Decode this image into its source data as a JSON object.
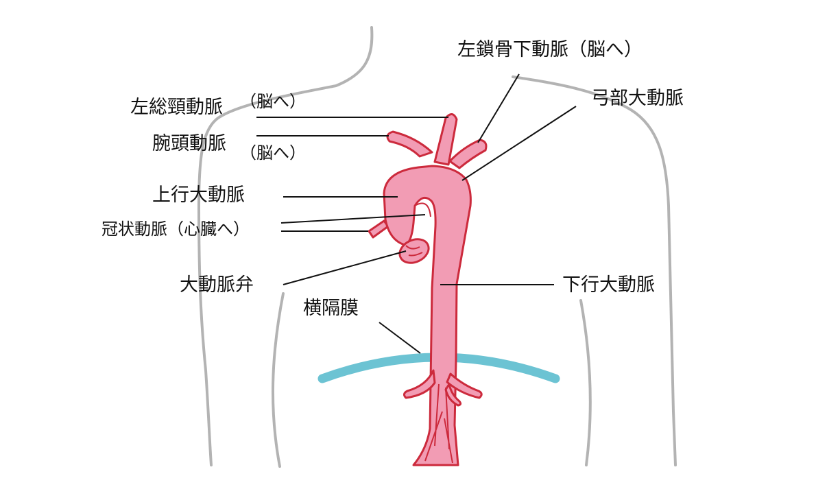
{
  "labels": {
    "left_common_carotid": "左総頸動脈",
    "left_common_carotid_note": "（脳へ）",
    "brachiocephalic": "腕頭動脈",
    "brachiocephalic_note": "（脳へ）",
    "left_subclavian": "左鎖骨下動脈（脳へ）",
    "aortic_arch": "弓部大動脈",
    "ascending_aorta": "上行大動脈",
    "coronary_artery": "冠状動脈（心臓へ）",
    "aortic_valve": "大動脈弁",
    "descending_aorta": "下行大動脈",
    "diaphragm": "横隔膜"
  },
  "colors": {
    "aorta_fill": "#f29cb4",
    "aorta_stroke": "#cc2a3c",
    "diaphragm": "#6cc3d3",
    "body_outline": "#b3b3b3",
    "leader_line": "#111111"
  }
}
